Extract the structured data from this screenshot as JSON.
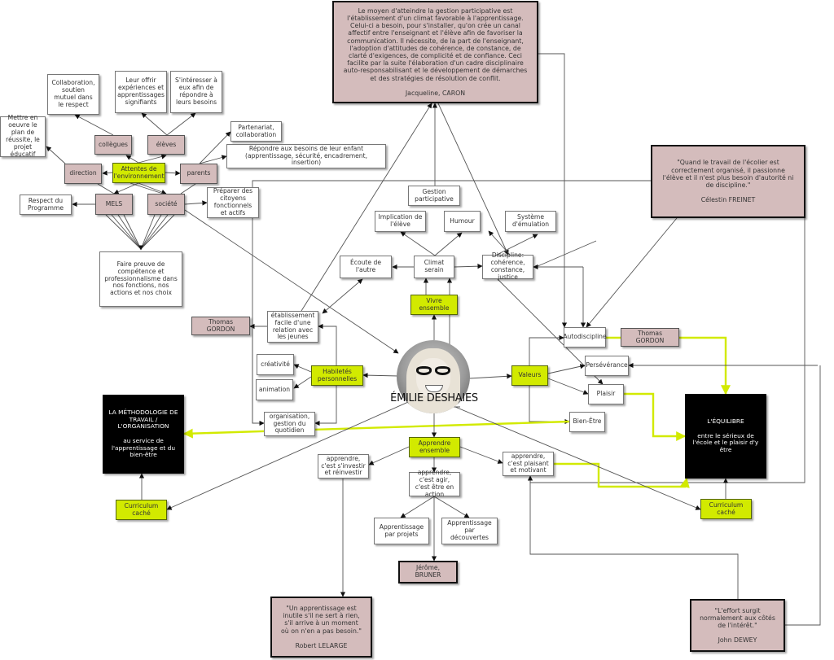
{
  "diagram": {
    "title": "ÉMILIE DESHAIES",
    "colors": {
      "quote_box": "#d4bcbc",
      "key_concept": "#d2ea00",
      "conclusion_box": "#000000",
      "highlight_link": "#d2ea00",
      "link": "#444444"
    },
    "nodes": {
      "caron": {
        "text": "Le moyen d'atteindre la gestion participative est l'établissement d'un climat favorable à l'apprentissage. Celui-ci a besoin, pour s'installer, qu'on crée un canal affectif entre l'enseignant et l'élève afin de favoriser la communication. Il nécessite, de la part de l'enseignant, l'adoption d'attitudes de cohérence, de constance, de clarté d'exigences, de complicité et de confiance. Ceci facilite par la suite l'élaboration d'un cadre disciplinaire auto-responsabilisant et le développement de démarches et des stratégies de résolution de conflit.\n\nJacqueline, CARON",
        "kind": "quote"
      },
      "freinet": {
        "text": "\"Quand le travail de l'écolier est correctement organisé, il passionne l'élève et il n'est plus besoin d'autorité ni de discipline.\"\n\nCélestin FREINET",
        "kind": "quote"
      },
      "lelarge": {
        "text": "\"Un apprentissage est inutile s'il ne sert à rien, s'il arrive à un moment où on n'en a pas besoin.\"\n\nRobert LELARGE",
        "kind": "quote"
      },
      "dewey": {
        "text": "\"L'effort surgit normalement aux côtés de l'intérêt.\"\n\nJohn DEWEY",
        "kind": "quote"
      },
      "bruner": {
        "text": "Jérôme, BRUNER",
        "kind": "author"
      },
      "collab": {
        "text": "Collaboration, soutien mutuel dans le respect",
        "kind": "plain"
      },
      "offrir": {
        "text": "Leur offrir expériences et apprentissages signifiants",
        "kind": "plain"
      },
      "interesser": {
        "text": "S'intéresser à eux afin de répondre à leurs besoins",
        "kind": "plain"
      },
      "plan": {
        "text": "Mettre en oeuvre le plan de réussite, le projet éducatif",
        "kind": "plain"
      },
      "collegues": {
        "text": "collègues",
        "kind": "pink"
      },
      "eleves": {
        "text": "élèves",
        "kind": "pink"
      },
      "direction": {
        "text": "direction",
        "kind": "pink"
      },
      "attentes": {
        "text": "Attentes de l'environnement",
        "kind": "green"
      },
      "parents": {
        "text": "parents",
        "kind": "pink"
      },
      "partenariat": {
        "text": "Partenariat, collaboration",
        "kind": "plain"
      },
      "repondre": {
        "text": "Répondre aux besoins de leur enfant (apprentissage, sécurité, encadrement, insertion)",
        "kind": "plain"
      },
      "respect": {
        "text": "Respect du Programme",
        "kind": "plain"
      },
      "mels": {
        "text": "MELS",
        "kind": "pink"
      },
      "societe": {
        "text": "société",
        "kind": "pink"
      },
      "citoyens": {
        "text": "Préparer des citoyens fonctionnels et actifs",
        "kind": "plain"
      },
      "competence": {
        "text": "Faire preuve de compétence et professionnalisme dans nos fonctions, nos actions et nos choix",
        "kind": "plain"
      },
      "gestion": {
        "text": "Gestion participative",
        "kind": "plain"
      },
      "implication": {
        "text": "Implication de l'élève",
        "kind": "plain"
      },
      "humour": {
        "text": "Humour",
        "kind": "plain"
      },
      "emulation": {
        "text": "Système d'émulation",
        "kind": "plain"
      },
      "ecoute": {
        "text": "Écoute de l'autre",
        "kind": "plain"
      },
      "climat": {
        "text": "Climat serain",
        "kind": "plain"
      },
      "discipline": {
        "text": "Discipline: cohérence, constance, justice",
        "kind": "plain"
      },
      "vivre": {
        "text": "Vivre ensemble",
        "kind": "green"
      },
      "gordon1": {
        "text": "Thomas GORDON",
        "kind": "pink"
      },
      "etablissement": {
        "text": "établissement facile d'une relation avec les jeunes",
        "kind": "plain"
      },
      "creativite": {
        "text": "créativité",
        "kind": "plain"
      },
      "animation": {
        "text": "animation",
        "kind": "plain"
      },
      "habiletes": {
        "text": "Habiletés personnelles",
        "kind": "green"
      },
      "organisation": {
        "text": "organisation, gestion du quotidien",
        "kind": "plain"
      },
      "autodiscipline": {
        "text": "Autodiscipline",
        "kind": "plain"
      },
      "gordon2": {
        "text": "Thomas GORDON",
        "kind": "pink"
      },
      "perseverance": {
        "text": "Persévérance",
        "kind": "plain"
      },
      "valeurs": {
        "text": "Valeurs",
        "kind": "green"
      },
      "plaisir": {
        "text": "Plaisir",
        "kind": "plain"
      },
      "bienetre": {
        "text": "Bien-Être",
        "kind": "plain"
      },
      "methodo": {
        "text": "LA MÉTHODOLOGIE DE TRAVAIL / L'ORGANISATION\n\nau service de l'apprentissage et du bien-être",
        "kind": "black"
      },
      "equilibre": {
        "text": "L'ÉQUILIBRE\n\nentre le sérieux de l'école et le plaisir d'y être",
        "kind": "black"
      },
      "curriculum1": {
        "text": "Curriculum caché",
        "kind": "green"
      },
      "curriculum2": {
        "text": "Curriculum caché",
        "kind": "green"
      },
      "apprendre_ens": {
        "text": "Apprendre ensemble",
        "kind": "green"
      },
      "investir": {
        "text": "apprendre, c'est s'investir et réinvestir",
        "kind": "plain"
      },
      "agir": {
        "text": "apprendre, c'est agir, c'est être en action",
        "kind": "plain"
      },
      "plaisant": {
        "text": "apprendre, c'est plaisant et motivant",
        "kind": "plain"
      },
      "projets": {
        "text": "Apprentissage par projets",
        "kind": "plain"
      },
      "decouvertes": {
        "text": "Apprentissage par découvertes",
        "kind": "plain"
      }
    },
    "center_photo": "portrait-photo"
  }
}
